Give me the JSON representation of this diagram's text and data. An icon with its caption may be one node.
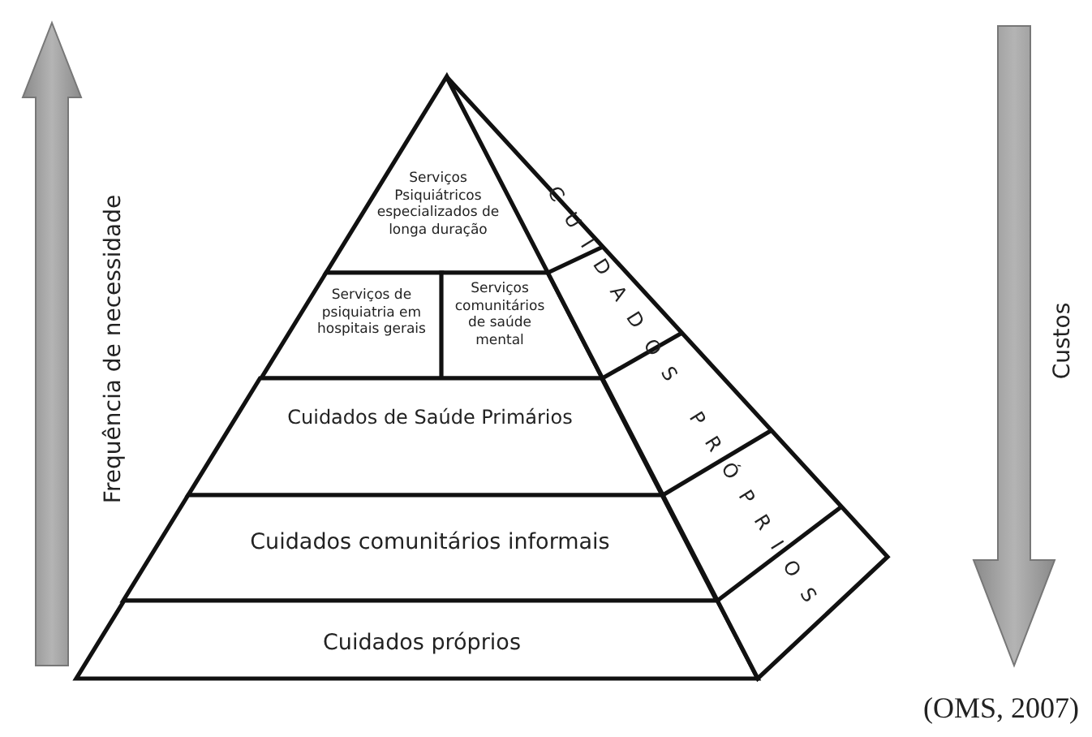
{
  "diagram": {
    "caption": "(OMS, 2007)",
    "nodes": [
      {
        "text": [
          "Serviços Psiquiátricos especializados de longa duração"
        ]
      },
      {
        "text": [
          "Serviços de psiquiatria em hospitais gerais"
        ]
      },
      {
        "text": [
          "Serviços comunitários de saúde mental"
        ]
      },
      {
        "text": [
          "Cuidados de Saúde Primários"
        ]
      },
      {
        "text": [
          "Cuidados comunitários informais"
        ]
      },
      {
        "text": [
          "Cuidados próprios"
        ]
      },
      {
        "text": [
          "CUIDADOS PRÓPRIOS"
        ]
      }
    ],
    "labels": [
      "Frequência de necessidade",
      "Custos"
    ]
  }
}
